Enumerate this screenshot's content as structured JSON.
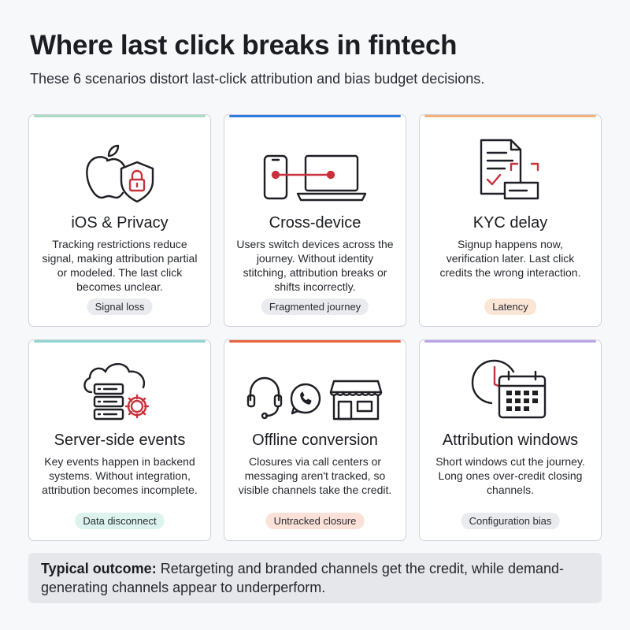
{
  "title": "Where last click breaks in fintech",
  "subtitle": "These 6 scenarios distort last-click attribution and bias budget decisions.",
  "colors": {
    "icon_stroke": "#1e1e24",
    "icon_accent": "#c8323c",
    "mint": "#a8dcc4",
    "blue": "#2d7de0",
    "orange": "#f2b27a",
    "teal": "#8fd7d2",
    "coral": "#e8623c",
    "violet": "#b9a4e8"
  },
  "cards": [
    {
      "title": "iOS & Privacy",
      "description": "Tracking restrictions reduce signal, making attribution partial or modeled. The last click becomes unclear.",
      "tag": "Signal loss",
      "tag_bg": "#e9ebee",
      "accent": "#a8dcc4",
      "icon": "apple-shield-lock-icon"
    },
    {
      "title": "Cross-device",
      "description": "Users switch devices across the journey. Without identity stitching, attribution breaks or shifts incorrectly.",
      "tag": "Fragmented journey",
      "tag_bg": "#e9ebee",
      "accent": "#2d7de0",
      "icon": "phone-laptop-link-icon"
    },
    {
      "title": "KYC delay",
      "description": "Signup happens now, verification later. Last click credits the wrong interaction.",
      "tag": "Latency",
      "tag_bg": "#fbe6d6",
      "accent": "#f2b27a",
      "icon": "document-id-scan-icon"
    },
    {
      "title": "Server-side events",
      "description": "Key events happen in backend systems. Without integration, attribution becomes incomplete.",
      "tag": "Data disconnect",
      "tag_bg": "#dcf3ee",
      "accent": "#8fd7d2",
      "icon": "cloud-server-gear-icon"
    },
    {
      "title": "Offline conversion",
      "description": "Closures via call centers or messaging aren't tracked, so visible channels take the credit.",
      "tag": "Untracked closure",
      "tag_bg": "#fbe1d8",
      "accent": "#e8623c",
      "icon": "headset-chat-store-icon"
    },
    {
      "title": "Attribution windows",
      "description": "Short windows cut the journey. Long ones over-credit closing channels.",
      "tag": "Configuration bias",
      "tag_bg": "#e9ebee",
      "accent": "#b9a4e8",
      "icon": "clock-calendar-icon"
    }
  ],
  "outcome": {
    "label": "Typical outcome:",
    "text": " Retargeting and branded channels get the credit, while demand-generating channels appear to underperform."
  }
}
